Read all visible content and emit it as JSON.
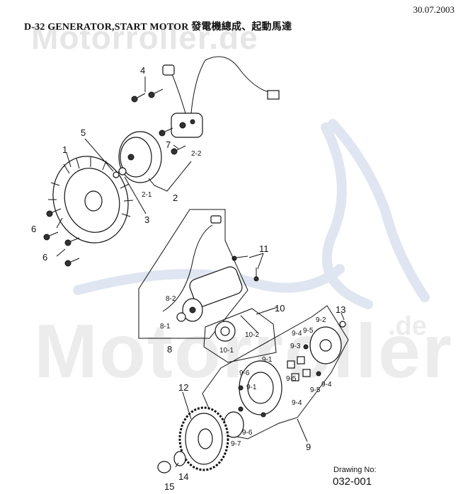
{
  "header": {
    "date": "30.07.2003",
    "title": "D-32 GENERATOR,START MOTOR 發電機總成、起動馬達"
  },
  "watermark": {
    "top": "Motorroller.de",
    "big": "Motorroller",
    "suffix": ".de"
  },
  "drawing": {
    "label": "Drawing No:",
    "number": "032-001"
  },
  "parts": [
    {
      "id": "1",
      "label": "1"
    },
    {
      "id": "2",
      "label": "2"
    },
    {
      "id": "2-1",
      "label": "2-1"
    },
    {
      "id": "2-2",
      "label": "2-2"
    },
    {
      "id": "3",
      "label": "3"
    },
    {
      "id": "4",
      "label": "4"
    },
    {
      "id": "5",
      "label": "5"
    },
    {
      "id": "6a",
      "label": "6"
    },
    {
      "id": "6b",
      "label": "6"
    },
    {
      "id": "7",
      "label": "7"
    },
    {
      "id": "8",
      "label": "8"
    },
    {
      "id": "8-1",
      "label": "8-1"
    },
    {
      "id": "8-2",
      "label": "8-2"
    },
    {
      "id": "9",
      "label": "9"
    },
    {
      "id": "9-1a",
      "label": "9-1"
    },
    {
      "id": "9-1b",
      "label": "9-1"
    },
    {
      "id": "9-2",
      "label": "9-2"
    },
    {
      "id": "9-3",
      "label": "9-3"
    },
    {
      "id": "9-4a",
      "label": "9-4"
    },
    {
      "id": "9-4b",
      "label": "9-4"
    },
    {
      "id": "9-4c",
      "label": "9-4"
    },
    {
      "id": "9-5a",
      "label": "9-5"
    },
    {
      "id": "9-5b",
      "label": "9-5"
    },
    {
      "id": "9-5c",
      "label": "9-5"
    },
    {
      "id": "9-6a",
      "label": "9-6"
    },
    {
      "id": "9-6b",
      "label": "9-6"
    },
    {
      "id": "9-7",
      "label": "9-7"
    },
    {
      "id": "10",
      "label": "10"
    },
    {
      "id": "10-1",
      "label": "10-1"
    },
    {
      "id": "10-2",
      "label": "10-2"
    },
    {
      "id": "11",
      "label": "11"
    },
    {
      "id": "12",
      "label": "12"
    },
    {
      "id": "13",
      "label": "13"
    },
    {
      "id": "14",
      "label": "14"
    },
    {
      "id": "15",
      "label": "15"
    }
  ]
}
